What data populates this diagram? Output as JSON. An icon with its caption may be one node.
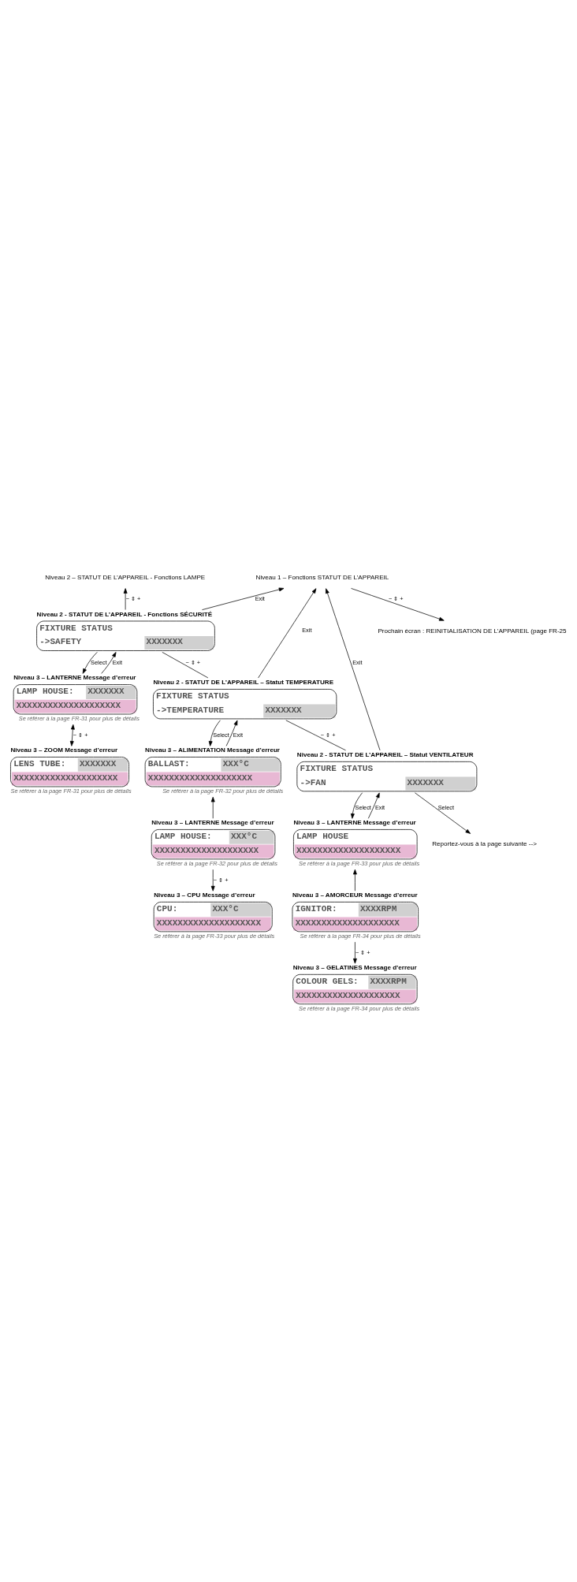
{
  "diagram": {
    "nodes": [
      {
        "text": [
          "Niveau 1 – Fonctions STATUT DE L’APPAREIL"
        ]
      },
      {
        "text": [
          "Niveau 2 – STATUT DE L’APPAREIL - Fonctions LAMPE"
        ]
      },
      {
        "text": [
          "Niveau 2 - STATUT DE L’APPAREIL - Fonctions SÉCURITÉ",
          "FIXTURE STATUS",
          "->SAFETY",
          "XXXXXXX"
        ]
      },
      {
        "text": [
          "Niveau 3 – LANTERNE Message d’erreur",
          "LAMP HOUSE:",
          "XXXXXXX",
          "XXXXXXXXXXXXXXXXXXXX"
        ],
        "beside": [
          "Se référer à la page FR-31 pour plus de détails"
        ]
      },
      {
        "text": [
          "Niveau 3 – ZOOM Message d’erreur",
          "LENS TUBE:",
          "XXXXXXX",
          "XXXXXXXXXXXXXXXXXXXX"
        ],
        "beside": [
          "Se référer à la page FR-31 pour plus de détails"
        ]
      },
      {
        "text": [
          "Niveau 2 - STATUT DE L’APPAREIL – Statut TEMPERATURE",
          "FIXTURE STATUS",
          "->TEMPERATURE",
          "XXXXXXX"
        ]
      },
      {
        "text": [
          "Niveau 3 – ALIMENTATION Message d’erreur",
          "BALLAST:",
          "XXX°C",
          "XXXXXXXXXXXXXXXXXXXX"
        ],
        "beside": [
          "Se référer à la page FR-32 pour plus de détails"
        ]
      },
      {
        "text": [
          "Niveau 3 – LANTERNE Message d’erreur",
          "LAMP HOUSE:",
          "XXX°C",
          "XXXXXXXXXXXXXXXXXXXX"
        ],
        "beside": [
          "Se référer à la page FR-32 pour plus de détails"
        ]
      },
      {
        "text": [
          "Niveau 3 – CPU Message d’erreur",
          "CPU:",
          "XXX°C",
          "XXXXXXXXXXXXXXXXXXXX"
        ],
        "beside": [
          "Se référer à la page FR-33 pour plus de détails"
        ]
      },
      {
        "text": [
          "Niveau 2 - STATUT DE L’APPAREIL – Statut VENTILATEUR",
          "FIXTURE STATUS",
          "->FAN",
          "XXXXXXX"
        ]
      },
      {
        "text": [
          "Niveau 3 – LANTERNE Message d’erreur",
          "LAMP HOUSE",
          "XXXXXXXXXXXXXXXXXXXX"
        ],
        "beside": [
          "Se référer à la page FR-33 pour plus de détails"
        ]
      },
      {
        "text": [
          "Niveau 3 – AMORCEUR Message d’erreur",
          "IGNITOR:",
          "XXXXRPM",
          "XXXXXXXXXXXXXXXXXXXX"
        ],
        "beside": [
          "Se référer à la page FR-34 pour plus de détails"
        ]
      },
      {
        "text": [
          "Niveau 3 – GELATINES Message d’erreur",
          "COLOUR GELS:",
          "XXXXRPM",
          "XXXXXXXXXXXXXXXXXXXX"
        ],
        "beside": [
          "Se référer à la page FR-34 pour plus de détails"
        ]
      },
      {
        "text": [
          "Reportez-vous à la page suivante -->"
        ]
      },
      {
        "text": [
          "Prochain écran : REINITIALISATION DE L’APPAREIL (page FR-25"
        ]
      }
    ],
    "edges": [
      {
        "from": 0,
        "to": 14,
        "arrow": "to",
        "label": "− ⇕ +"
      },
      {
        "from": 2,
        "to": 1,
        "arrow": "to",
        "label": "− ⇕ +"
      },
      {
        "from": 2,
        "to": 3,
        "arrow": "to",
        "label": "Select"
      },
      {
        "from": 3,
        "to": 2,
        "arrow": "to",
        "label": "Exit"
      },
      {
        "from": 2,
        "to": 0,
        "arrow": "to",
        "label": "Exit"
      },
      {
        "from": 3,
        "to": 4,
        "arrow": "both",
        "label": "− ⇕ +"
      },
      {
        "from": 2,
        "to": 5,
        "arrow": "none",
        "label": "− ⇕ +"
      },
      {
        "from": 5,
        "to": 6,
        "arrow": "to",
        "label": "Select"
      },
      {
        "from": 6,
        "to": 5,
        "arrow": "to",
        "label": "Exit"
      },
      {
        "from": 5,
        "to": 0,
        "arrow": "to",
        "label": "Exit"
      },
      {
        "from": 7,
        "to": 6,
        "arrow": "to"
      },
      {
        "from": 7,
        "to": 8,
        "arrow": "to",
        "label": "− ⇕ +"
      },
      {
        "from": 5,
        "to": 9,
        "arrow": "none",
        "label": "− ⇕ +"
      },
      {
        "from": 9,
        "to": 10,
        "arrow": "to",
        "label": "Select"
      },
      {
        "from": 10,
        "to": 9,
        "arrow": "to",
        "label": "Exit"
      },
      {
        "from": 9,
        "to": 0,
        "arrow": "to",
        "label": "Exit"
      },
      {
        "from": 11,
        "to": 10,
        "arrow": "to"
      },
      {
        "from": 11,
        "to": 12,
        "arrow": "to",
        "label": "− ⇕ +"
      },
      {
        "from": 9,
        "to": 13,
        "arrow": "to",
        "label": "Select"
      }
    ]
  }
}
